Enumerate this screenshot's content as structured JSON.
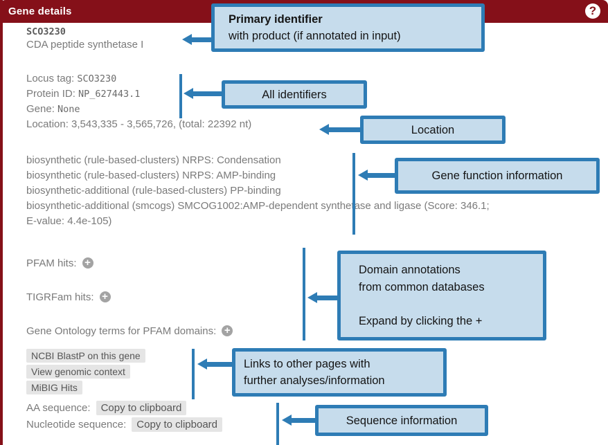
{
  "header": {
    "title": "Gene details",
    "help_glyph": "?"
  },
  "colors": {
    "header_bg": "#851019",
    "callout_border": "#2e7cb5",
    "callout_fill": "#c6dcec",
    "badge_bg": "#e5e5e5"
  },
  "gene": {
    "name": "SCO3230",
    "product": "CDA peptide synthetase I"
  },
  "identifiers": {
    "locus_tag": {
      "label": "Locus tag: ",
      "value": "SCO3230"
    },
    "protein_id": {
      "label": "Protein ID: ",
      "value": "NP_627443.1"
    },
    "gene": {
      "label": "Gene: ",
      "value": "None"
    },
    "location": {
      "label": "Location: ",
      "value": "3,543,335 - 3,565,726, (total: 22392 nt)"
    }
  },
  "functions": {
    "items": [
      "biosynthetic (rule-based-clusters) NRPS: Condensation",
      "biosynthetic (rule-based-clusters) NRPS: AMP-binding",
      "biosynthetic-additional (rule-based-clusters) PP-binding",
      "biosynthetic-additional (smcogs) SMCOG1002:AMP-dependent synthetase and ligase (Score: 346.1; E-value: 4.4e-105)"
    ]
  },
  "domains": {
    "expand_glyph": "+",
    "rows": [
      {
        "label": "PFAM hits:"
      },
      {
        "label": "TIGRFam hits:"
      },
      {
        "label": "Gene Ontology terms for PFAM domains:"
      }
    ]
  },
  "links": {
    "items": [
      "NCBI BlastP on this gene",
      "View genomic context",
      "MiBIG Hits"
    ]
  },
  "sequences": {
    "rows": [
      {
        "label": "AA sequence:",
        "button": "Copy to clipboard"
      },
      {
        "label": "Nucleotide sequence:",
        "button": "Copy to clipboard"
      }
    ]
  },
  "callouts": {
    "primary": {
      "line1": "Primary identifier",
      "line2": "with product (if annotated in input)"
    },
    "identifiers": {
      "label": "All identifiers"
    },
    "location": {
      "label": "Location"
    },
    "function": {
      "label": "Gene function information"
    },
    "domains": {
      "line1": "Domain annotations",
      "line2": "from common databases",
      "line3": "Expand by clicking the +"
    },
    "links": {
      "line1": "Links to other pages with",
      "line2": "further analyses/information"
    },
    "sequence": {
      "label": "Sequence information"
    }
  }
}
